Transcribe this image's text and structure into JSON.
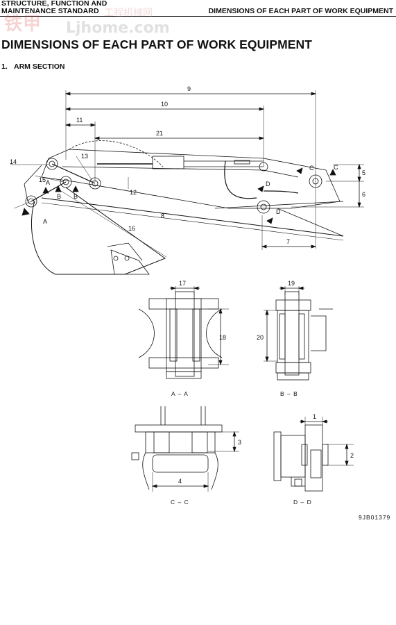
{
  "header": {
    "left_line1": "STRUCTURE, FUNCTION AND",
    "left_line2": "MAINTENANCE STANDARD",
    "right": "DIMENSIONS OF EACH PART OF WORK EQUIPMENT"
  },
  "watermark": {
    "cn": "铁甲",
    "site": "Ljhome.com",
    "small": "工程机械网"
  },
  "title": "DIMENSIONS OF EACH PART OF WORK EQUIPMENT",
  "section": {
    "number": "1.",
    "label": "ARM SECTION"
  },
  "main_view": {
    "dims": [
      "9",
      "10",
      "11",
      "21",
      "13",
      "14",
      "15",
      "12",
      "8",
      "16",
      "7",
      "5",
      "6"
    ],
    "section_marks": [
      "A",
      "A",
      "B",
      "B",
      "C",
      "C",
      "D",
      "D"
    ]
  },
  "sections": {
    "aa": {
      "caption": "A – A",
      "dim_top": "17",
      "dim_side": "18"
    },
    "bb": {
      "caption": "B – B",
      "dim_top": "19",
      "dim_side": "20"
    },
    "cc": {
      "caption": "C – C",
      "dim_side": "3",
      "dim_bottom": "4"
    },
    "dd": {
      "caption": "D – D",
      "dim_top": "1",
      "dim_side": "2"
    }
  },
  "drawing_code": "9JB01379"
}
